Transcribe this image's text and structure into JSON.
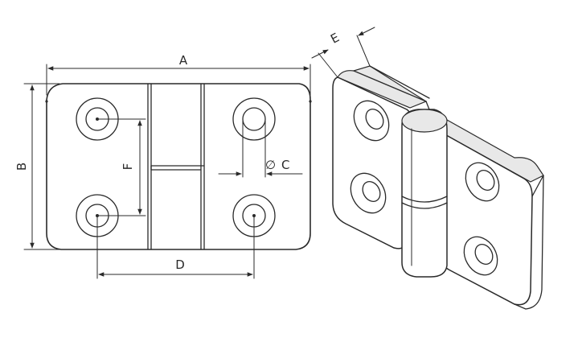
{
  "dimensions": {
    "A": "A",
    "B": "B",
    "C": "C",
    "D": "D",
    "E": "E",
    "F": "F",
    "diameter_symbol": "∅"
  }
}
